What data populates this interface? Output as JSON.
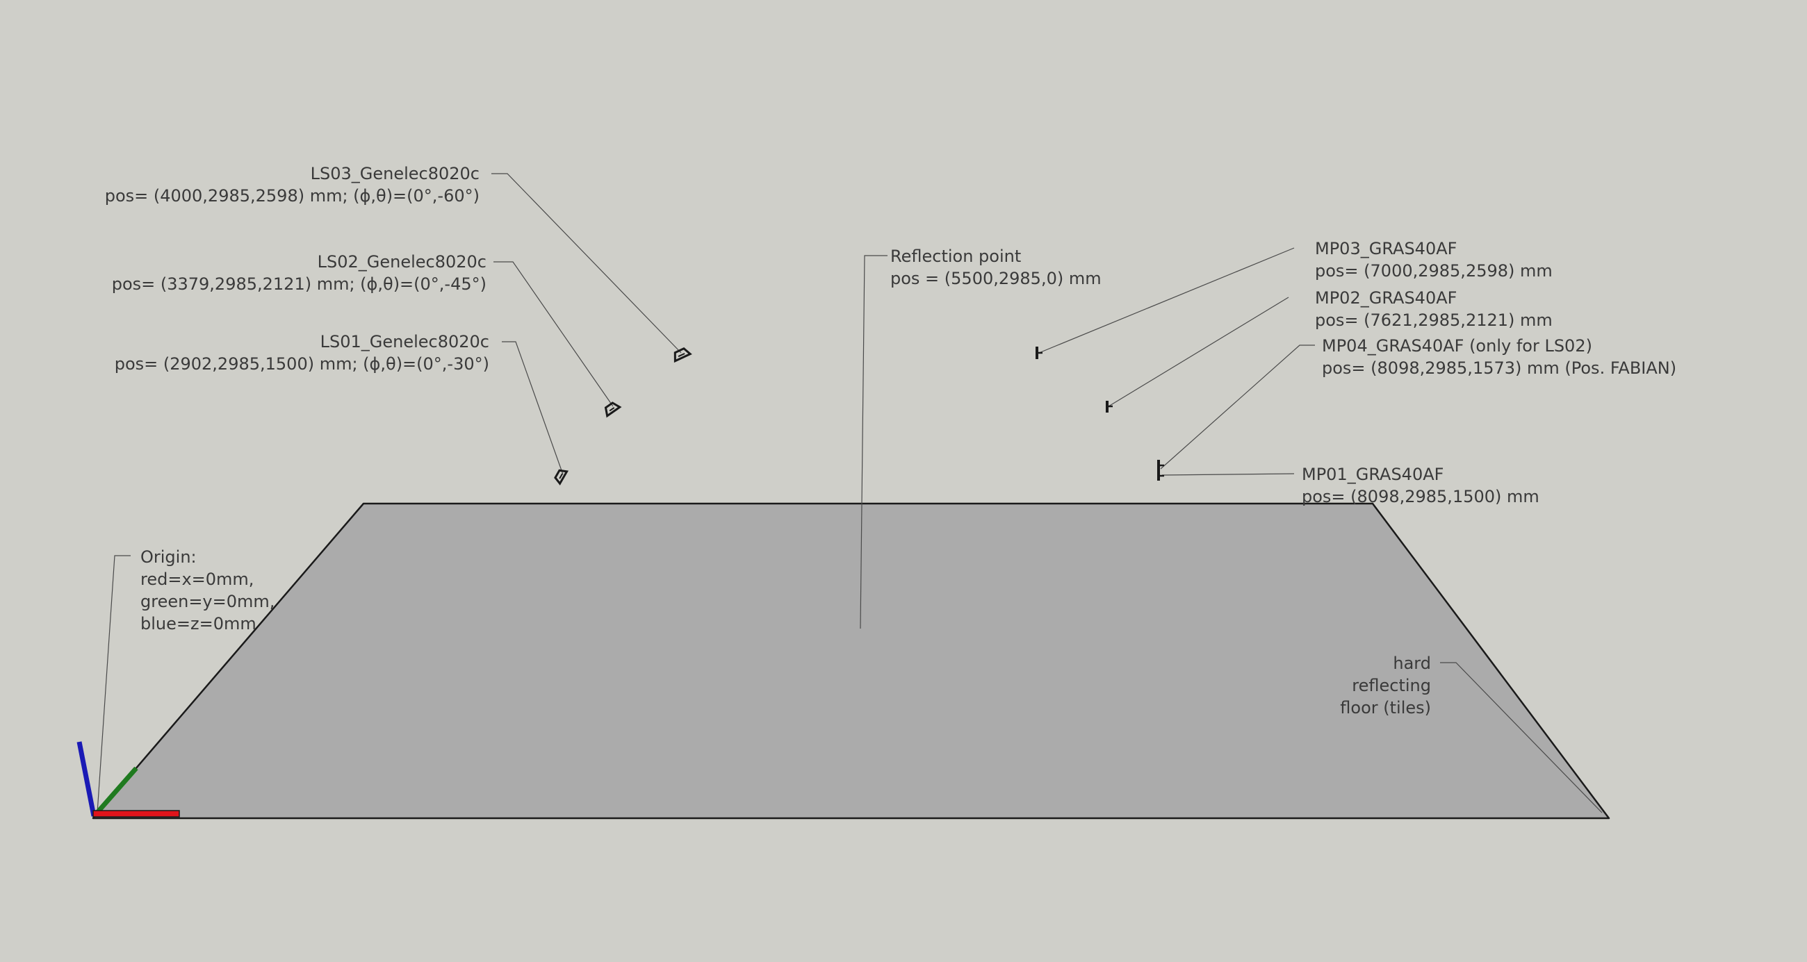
{
  "colors": {
    "background": "#cfcfc9",
    "floor": "#ababab",
    "edge": "#1a1a1a",
    "leader": "#4a4a4a",
    "axis_x": "#e0141b",
    "axis_y": "#1f7a1f",
    "axis_z": "#1a1ab5"
  },
  "labels": {
    "ls03": {
      "title": "LS03_Genelec8020c",
      "pos": "pos= (4000,2985,2598) mm; (ϕ,θ)=(0°,-60°)"
    },
    "ls02": {
      "title": "LS02_Genelec8020c",
      "pos": "pos= (3379,2985,2121) mm; (ϕ,θ)=(0°,-45°)"
    },
    "ls01": {
      "title": "LS01_Genelec8020c",
      "pos": "pos= (2902,2985,1500) mm; (ϕ,θ)=(0°,-30°)"
    },
    "reflection": {
      "title": "Reflection point",
      "pos": "pos = (5500,2985,0) mm"
    },
    "mp03": {
      "title": "MP03_GRAS40AF",
      "pos": "pos= (7000,2985,2598) mm"
    },
    "mp02": {
      "title": "MP02_GRAS40AF",
      "pos": "pos= (7621,2985,2121) mm"
    },
    "mp04": {
      "title": "MP04_GRAS40AF (only for LS02)",
      "pos": "pos= (8098,2985,1573) mm (Pos. FABIAN)"
    },
    "mp01": {
      "title": "MP01_GRAS40AF",
      "pos": "pos= (8098,2985,1500) mm"
    },
    "origin": {
      "line1": "Origin:",
      "line2": "red=x=0mm,",
      "line3": "green=y=0mm,",
      "line4": "blue=z=0mm"
    },
    "floor": {
      "line1": "hard",
      "line2": "reflecting",
      "line3": "floor (tiles)"
    }
  },
  "icons": {
    "loudspeakers": [
      "ls01-speaker-icon",
      "ls02-speaker-icon",
      "ls03-speaker-icon"
    ],
    "microphones": [
      "mp01-microphone-icon",
      "mp02-microphone-icon",
      "mp03-microphone-icon",
      "mp04-microphone-icon"
    ]
  }
}
